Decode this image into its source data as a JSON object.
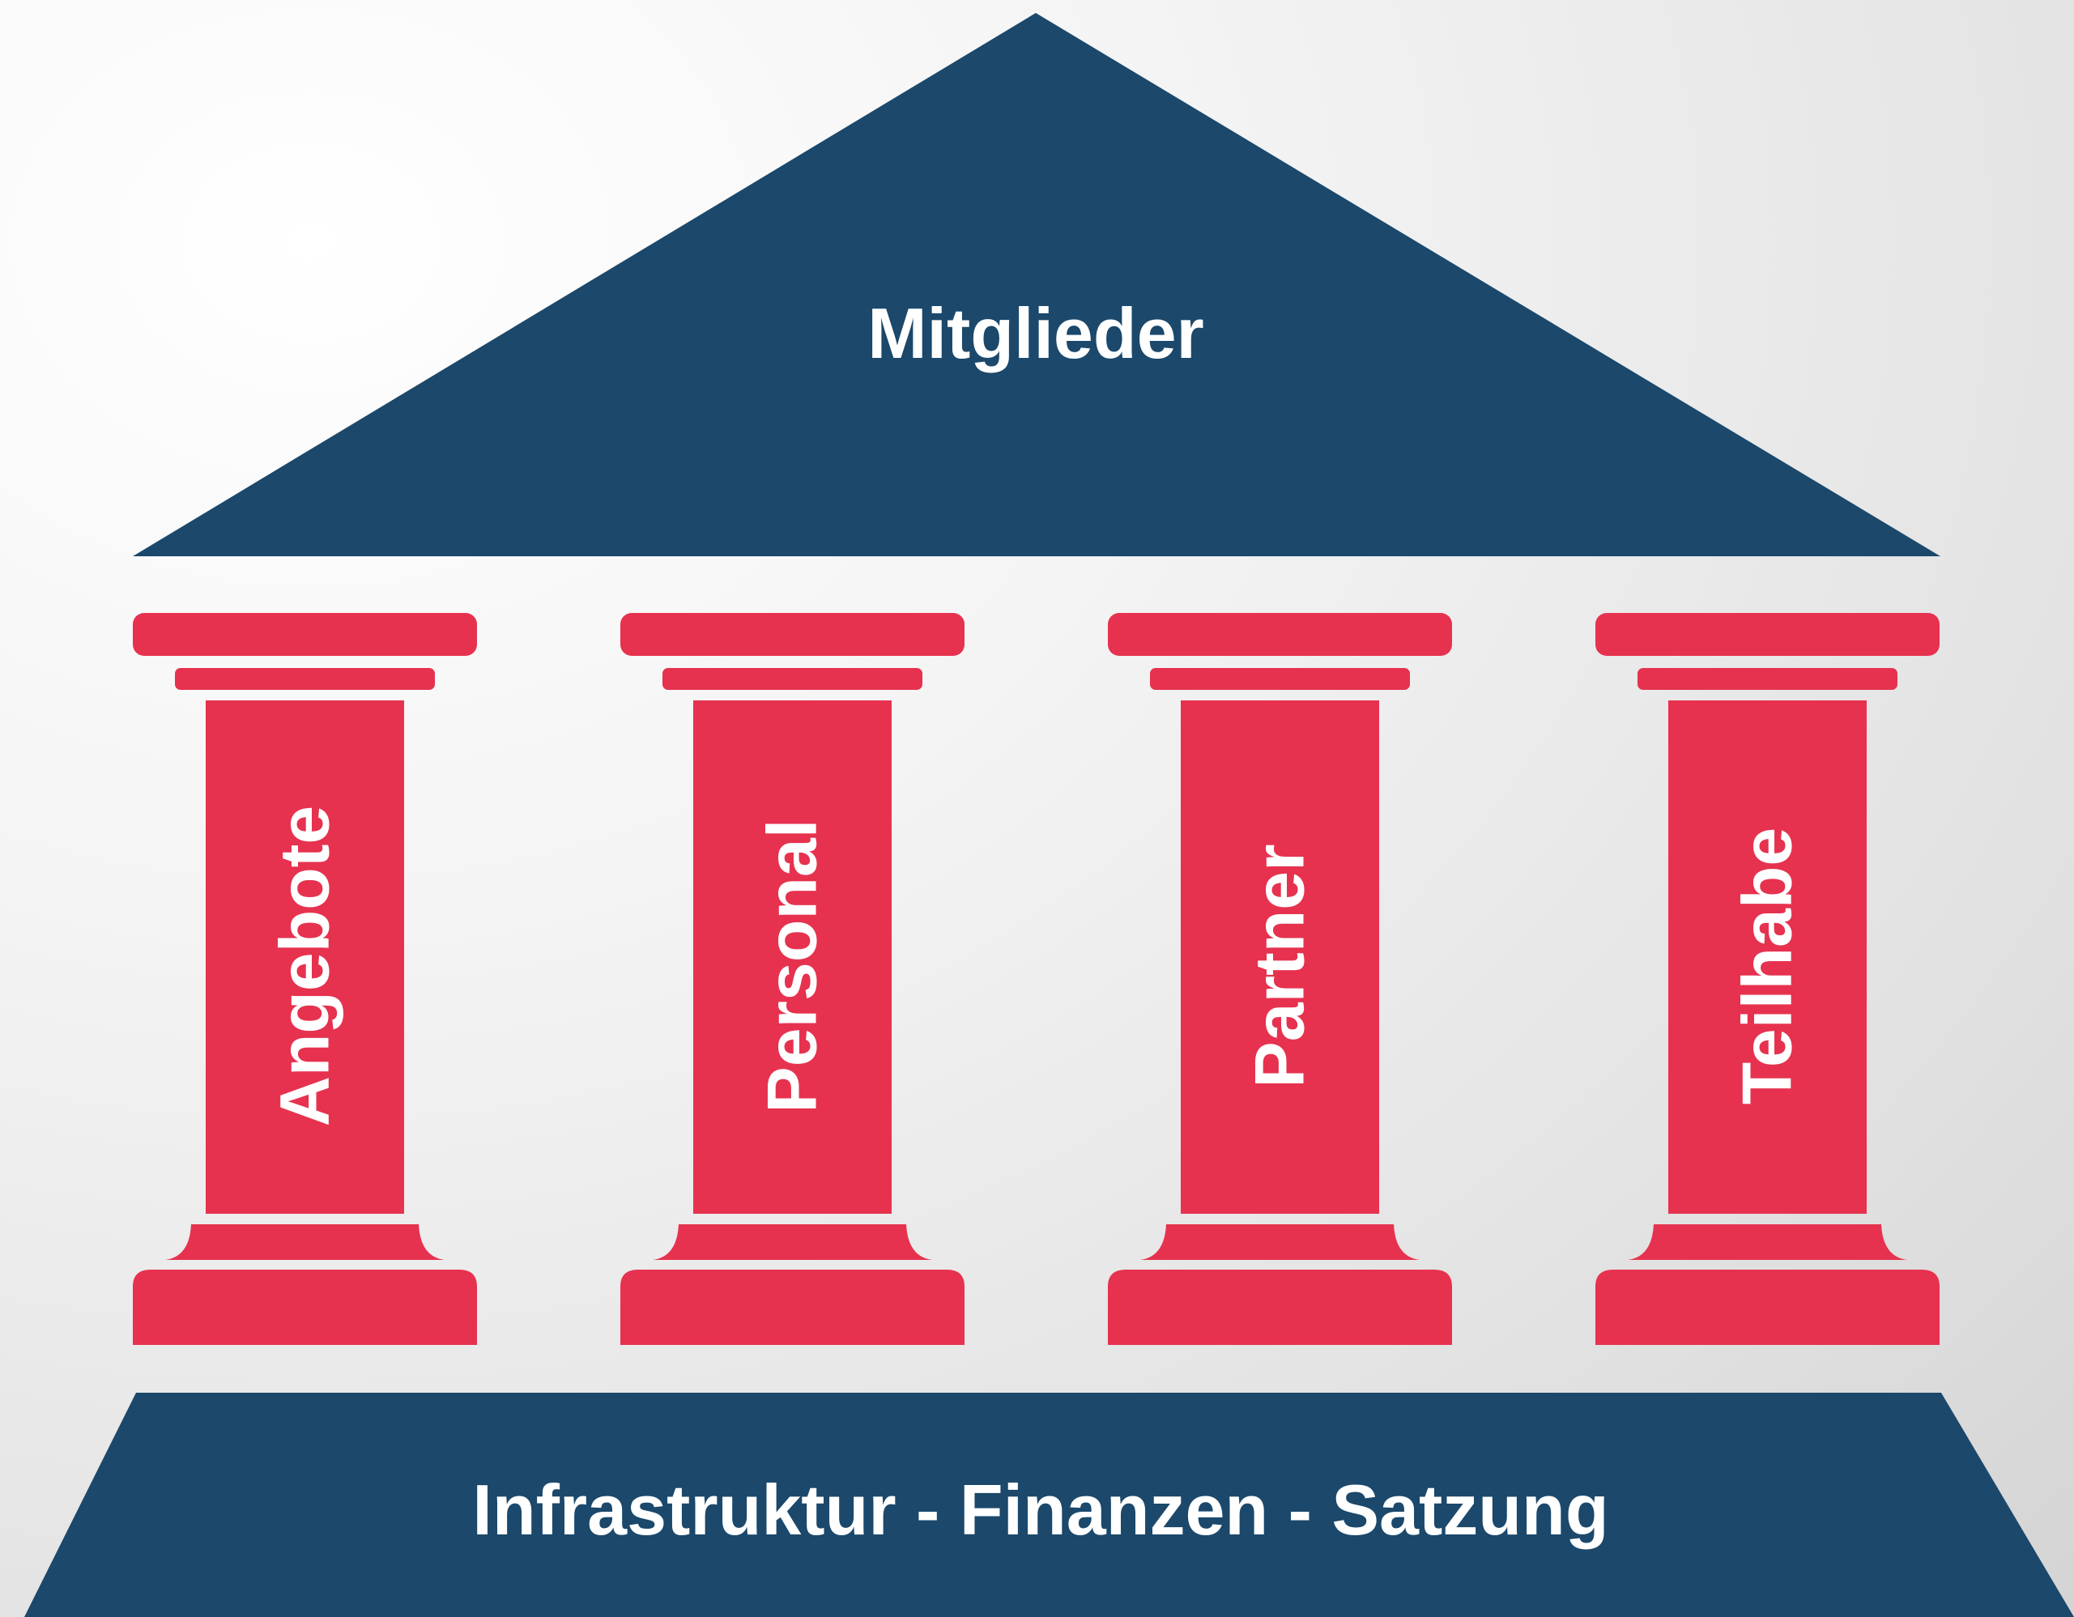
{
  "colors": {
    "navy": "#1b486b",
    "red": "#e6324f",
    "text": "#ffffff"
  },
  "roof": {
    "label": "Mitglieder"
  },
  "pillars": [
    {
      "label": "Angebote"
    },
    {
      "label": "Personal"
    },
    {
      "label": "Partner"
    },
    {
      "label": "Teilhabe"
    }
  ],
  "base": {
    "label": "Infrastruktur - Finanzen - Satzung"
  }
}
